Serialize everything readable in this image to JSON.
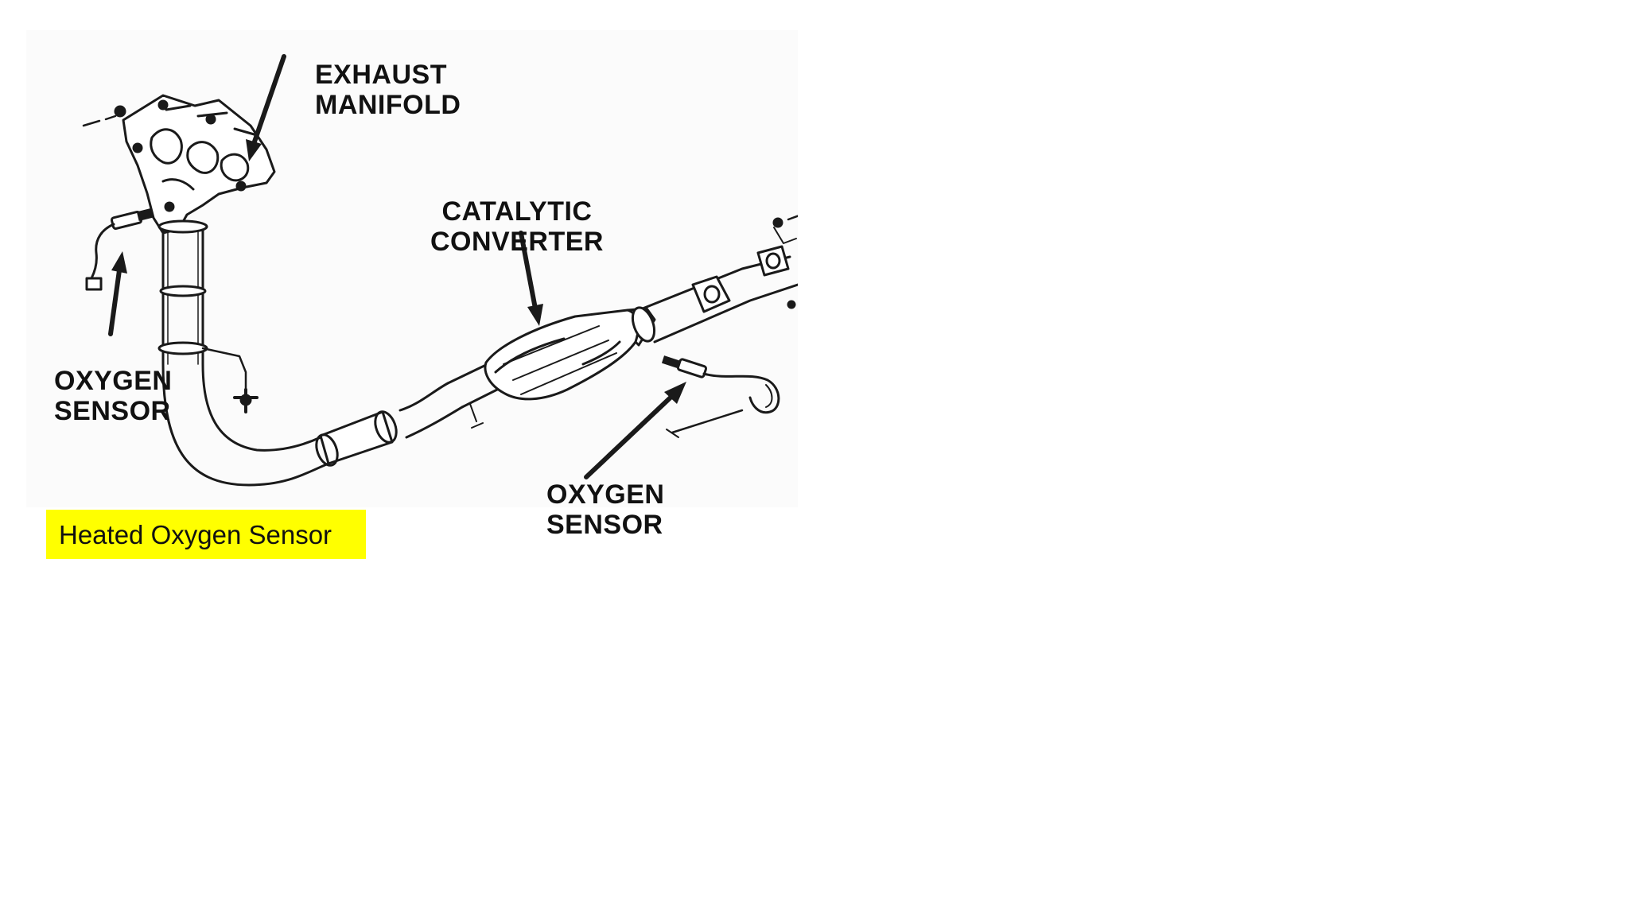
{
  "labels": {
    "exhaust_manifold": "EXHAUST\nMANIFOLD",
    "catalytic_converter": "CATALYTIC\nCONVERTER",
    "oxygen_sensor_upstream": "OXYGEN\nSENSOR",
    "oxygen_sensor_downstream": "OXYGEN\nSENSOR"
  },
  "caption": {
    "text": "Heated Oxygen Sensor",
    "background": "#ffff00"
  }
}
